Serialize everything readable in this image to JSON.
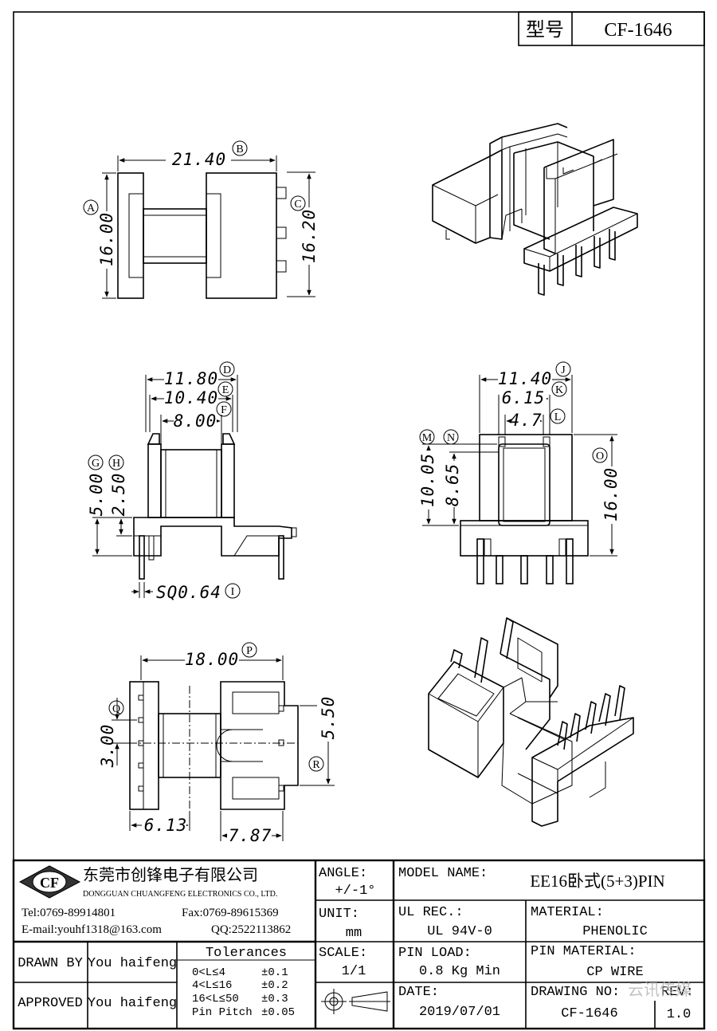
{
  "header": {
    "model_label": "型号",
    "model_value": "CF-1646"
  },
  "dimensions": {
    "B": "21.40",
    "A": "16.00",
    "C": "16.20",
    "D": "11.80",
    "E": "10.40",
    "F": "8.00",
    "G": "5.00",
    "H": "2.50",
    "I": "SQ0.64",
    "J": "11.40",
    "K": "6.15",
    "L": "4.7",
    "M": "10.05",
    "N": "8.65",
    "O": "16.00",
    "P": "18.00",
    "Q": "3.00",
    "R": "5.50",
    "S": "6.13",
    "T": "7.87"
  },
  "markers": [
    "A",
    "B",
    "C",
    "D",
    "E",
    "F",
    "G",
    "H",
    "I",
    "J",
    "K",
    "L",
    "M",
    "N",
    "O",
    "P",
    "Q",
    "R"
  ],
  "company": {
    "logo": "CF",
    "name_cn": "东莞市创锋电子有限公司",
    "name_en": "DONGGUAN CHUANGFENG ELECTRONICS CO., LTD.",
    "tel": "Tel:0769-89914801",
    "fax": "Fax:0769-89615369",
    "email": "E-mail:youhf1318@163.com",
    "qq": "QQ:2522113862"
  },
  "title_block": {
    "angle_label": "ANGLE:",
    "angle_value": "+/-1°",
    "model_name_label": "MODEL NAME:",
    "model_name_value": "EE16卧式(5+3)PIN",
    "unit_label": "UNIT:",
    "unit_value": "mm",
    "ul_label": "UL REC.:",
    "ul_value": "UL 94V-0",
    "material_label": "MATERIAL:",
    "material_value": "PHENOLIC",
    "drawn_label": "DRAWN BY",
    "drawn_value": "You haifeng",
    "tolerances_label": "Tolerances",
    "tolerances": [
      {
        "range": "0<L≤4",
        "value": "±0.1"
      },
      {
        "range": "4<L≤16",
        "value": "±0.2"
      },
      {
        "range": "16<L≤50",
        "value": "±0.3"
      },
      {
        "range": "Pin Pitch",
        "value": "±0.05"
      }
    ],
    "scale_label": "SCALE:",
    "scale_value": "1/1",
    "pin_load_label": "PIN LOAD:",
    "pin_load_value": "0.8 Kg Min",
    "pin_material_label": "PIN MATERIAL:",
    "pin_material_value": "CP WIRE",
    "approved_label": "APPROVED",
    "approved_value": "You haifeng",
    "date_label": "DATE:",
    "date_value": "2019/07/01",
    "drawing_no_label": "DRAWING NO:",
    "drawing_no_value": "CF-1646",
    "rev_label": "REV:",
    "rev_value": "1.0",
    "watermark": "云讯传媒"
  }
}
